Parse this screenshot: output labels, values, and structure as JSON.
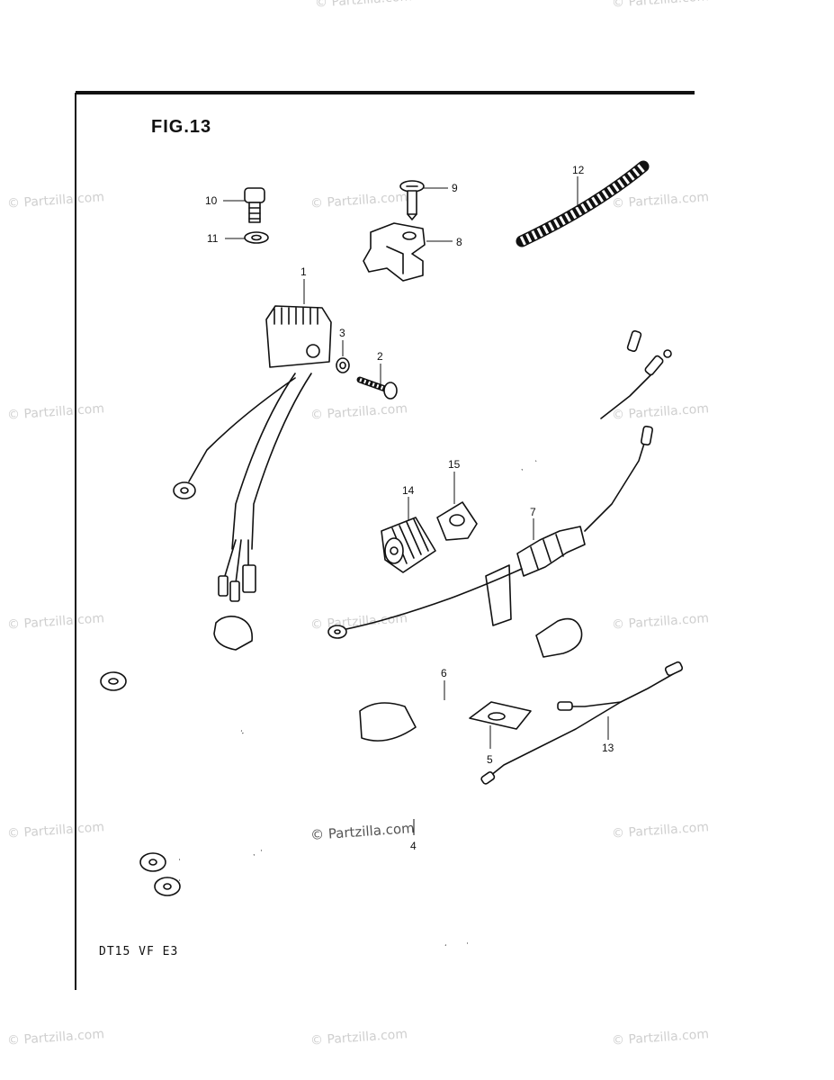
{
  "figure": {
    "title": "FIG.13",
    "model_code": "DT15 VF E3"
  },
  "watermark": {
    "text": "© Partzilla.com"
  },
  "callouts": {
    "c1": "1",
    "c2": "2",
    "c3": "3",
    "c4": "4",
    "c5": "5",
    "c6": "6",
    "c7": "7",
    "c8": "8",
    "c9": "9",
    "c10": "10",
    "c11": "11",
    "c12": "12",
    "c13": "13",
    "c14": "14",
    "c15": "15"
  }
}
